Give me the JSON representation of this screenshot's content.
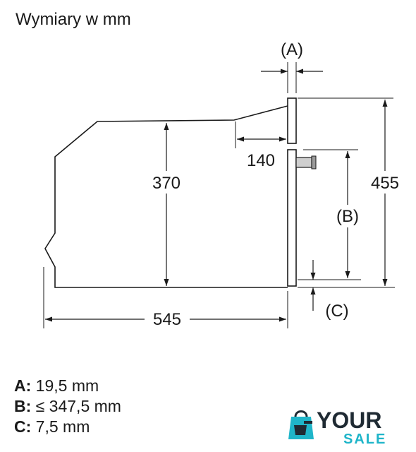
{
  "title": "Wymiary w mm",
  "labels": {
    "a": "(A)",
    "b": "(B)",
    "c": "(C)",
    "dim_140": "140",
    "dim_370": "370",
    "dim_455": "455",
    "dim_545": "545"
  },
  "legend": [
    {
      "key": "A:",
      "value": "19,5 mm"
    },
    {
      "key": "B:",
      "value": "≤ 347,5 mm"
    },
    {
      "key": "C:",
      "value": "7,5 mm"
    }
  ],
  "brand": {
    "line1": "YOUR",
    "line2": "SALE",
    "colors": {
      "dark": "#1f2a33",
      "accent": "#1fb5c9"
    }
  }
}
